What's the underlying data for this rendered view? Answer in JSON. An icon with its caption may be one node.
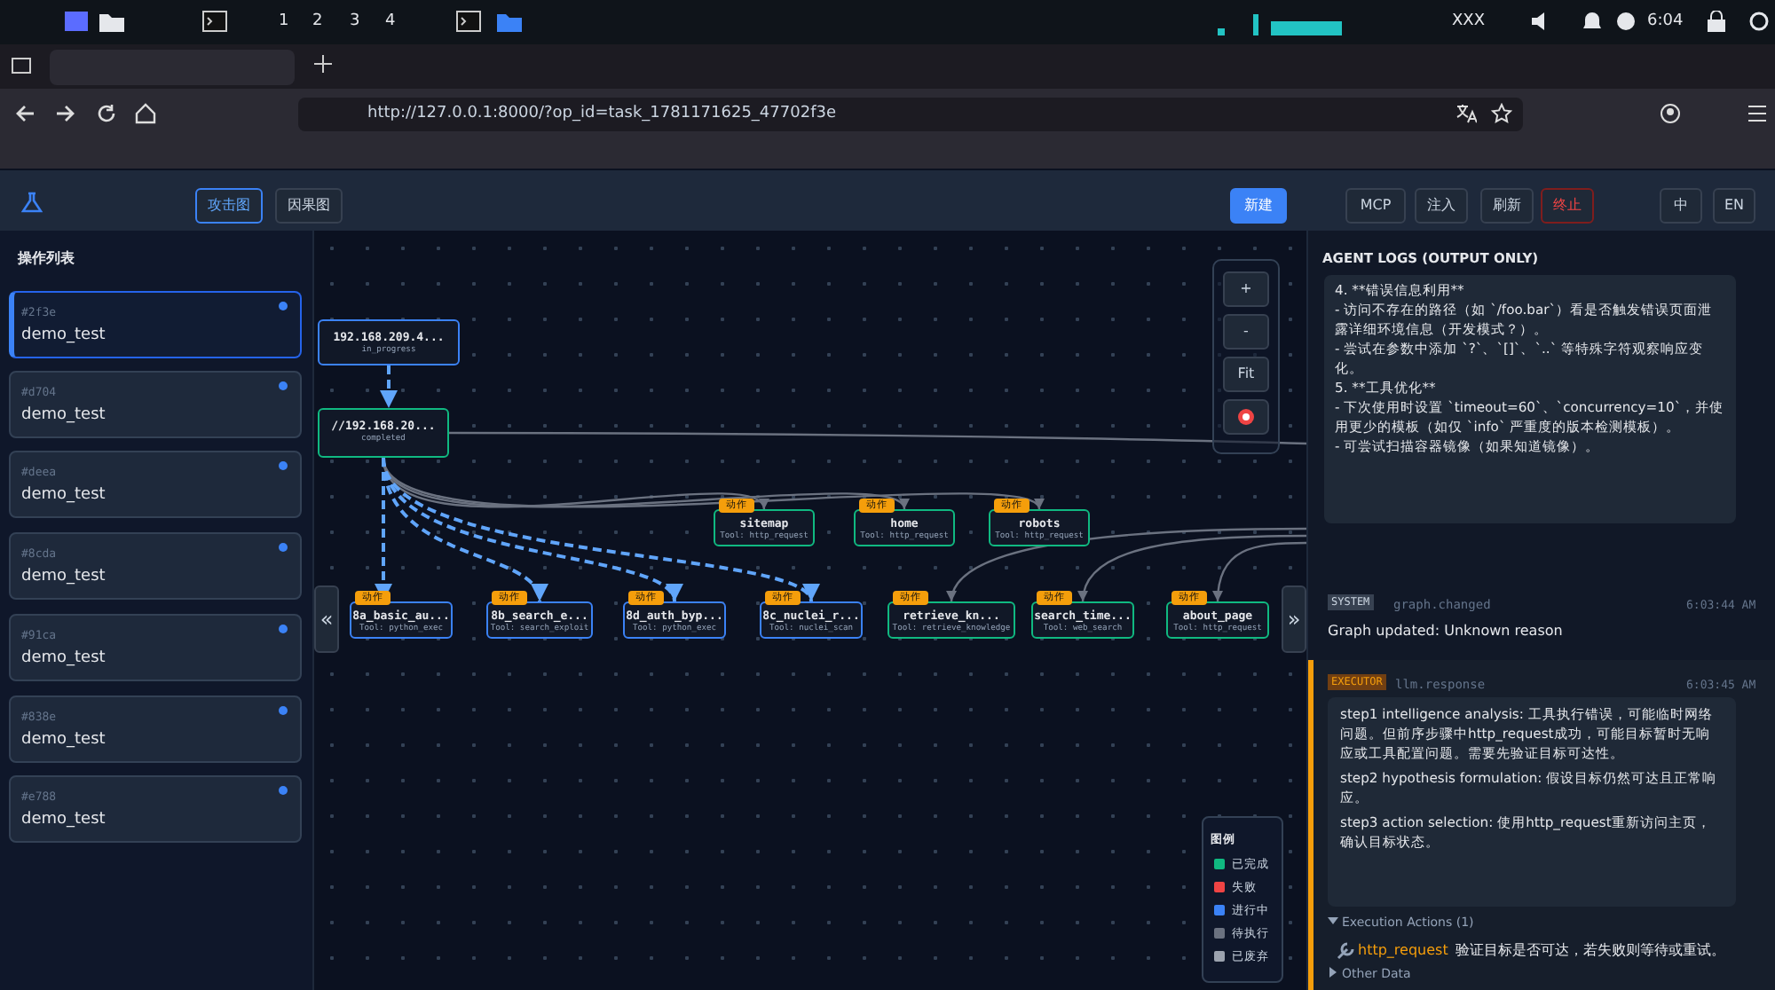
{
  "diagram": {
    "nodes": [
      {
        "text": [
          "192.168.209.4...",
          "in_progress"
        ]
      },
      {
        "text": [
          "//192.168.20...",
          "completed"
        ]
      },
      {
        "text": [
          "动作",
          "sitemap",
          "Tool: http_request"
        ]
      },
      {
        "text": [
          "动作",
          "home",
          "Tool: http_request"
        ]
      },
      {
        "text": [
          "动作",
          "robots",
          "Tool: http_request"
        ]
      },
      {
        "text": [
          "动作",
          "8a_basic_au...",
          "Tool: python_exec"
        ]
      },
      {
        "text": [
          "动作",
          "8b_search_e...",
          "Tool: search_exploit"
        ]
      },
      {
        "text": [
          "动作",
          "8d_auth_byp...",
          "Tool: python_exec"
        ]
      },
      {
        "text": [
          "动作",
          "8c_nuclei_r...",
          "Tool: nuclei_scan"
        ]
      },
      {
        "text": [
          "动作",
          "retrieve_kn...",
          "Tool: retrieve_knowledge"
        ]
      },
      {
        "text": [
          "动作",
          "search_time...",
          "Tool: web_search"
        ]
      },
      {
        "text": [
          "动作",
          "about_page",
          "Tool: http_request"
        ]
      }
    ],
    "edges": [
      {
        "from": 0,
        "to": 1,
        "arrow": "to",
        "style": "dashed",
        "color": "#60a5fa"
      },
      {
        "from": 1,
        "to": 2,
        "arrow": "to"
      },
      {
        "from": 1,
        "to": 3,
        "arrow": "to"
      },
      {
        "from": 1,
        "to": 4,
        "arrow": "to"
      },
      {
        "from": 1,
        "to": null,
        "arrow": "none"
      },
      {
        "from": null,
        "to": 9,
        "arrow": "to"
      },
      {
        "from": null,
        "to": 10,
        "arrow": "to"
      },
      {
        "from": null,
        "to": 11,
        "arrow": "to"
      },
      {
        "from": 1,
        "to": 5,
        "arrow": "to",
        "style": "dashed",
        "color": "#60a5fa"
      },
      {
        "from": 1,
        "to": 6,
        "arrow": "to",
        "style": "dashed",
        "color": "#60a5fa"
      },
      {
        "from": 1,
        "to": 7,
        "arrow": "to",
        "style": "dashed",
        "color": "#60a5fa"
      },
      {
        "from": 1,
        "to": 8,
        "arrow": "to",
        "style": "dashed",
        "color": "#60a5fa"
      }
    ],
    "labels": [
      "1",
      "2",
      "3",
      "4",
      "XXX",
      "6:04",
      "http://127.0.0.1:8000/?op_id=task_1781171625_47702f3e",
      "攻击图",
      "因果图",
      "新建",
      "MCP",
      "注入",
      "刷新",
      "终止",
      "中",
      "EN",
      "操作列表",
      "#2f3e",
      "demo_test",
      "#d704",
      "demo_test",
      "#deea",
      "demo_test",
      "#8cda",
      "demo_test",
      "#91ca",
      "demo_test",
      "#838e",
      "demo_test",
      "#e788",
      "demo_test",
      "+",
      "-",
      "Fit",
      "«",
      "»",
      "图例",
      "AGENT LOGS (OUTPUT ONLY)",
      "4. **错误信息利用**",
      "- 访问不存在的路径（如 `/foo.bar`）看是否触发错误页面泄露详细环境信息（开发模式？）。",
      "- 尝试在参数中添加 `?`、`[]`、`..` 等特殊字符观察响应变化。",
      "5. **工具优化**",
      "- 下次使用时设置 `timeout=60`、`concurrency=10`，并使用更少的模板（如仅 `info` 严重度的版本检测模板）。",
      "- 可尝试扫描容器镜像（如果知道镜像）。",
      "SYSTEM",
      "graph.changed",
      "6:03:44 AM",
      "Graph updated: Unknown reason",
      "EXECUTOR",
      "llm.response",
      "6:03:45 AM",
      "step1 intelligence analysis: 工具执行错误，可能临时网络问题。但前序步骤中http_request成功，可能目标暂时无响应或工具配置问题。需要先验证目标可达性。",
      "step2 hypothesis formulation: 假设目标仍然可达且正常响应。",
      "step3 action selection: 使用http_request重新访问主页，确认目标状态。",
      "Execution Actions (1)",
      "http_request",
      "验证目标是否可达，若失败则等待或重试。",
      "Other Data"
    ],
    "legend": [
      {
        "text": "已完成",
        "color": "#10b981"
      },
      {
        "text": "失败",
        "color": "#ef4444"
      },
      {
        "text": "进行中",
        "color": "#3b82f6"
      },
      {
        "text": "待执行",
        "color": "#6b7280"
      },
      {
        "text": "已废弃",
        "color": "#9ca3af"
      }
    ]
  }
}
